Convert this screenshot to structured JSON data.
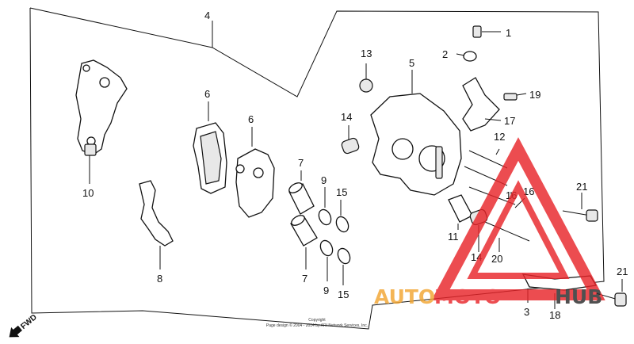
{
  "diagram": {
    "callouts": {
      "n1": "1",
      "n2": "2",
      "n3": "3",
      "n4": "4",
      "n5": "5",
      "n6a": "6",
      "n6b": "6",
      "n7a": "7",
      "n7b": "7",
      "n8": "8",
      "n9a": "9",
      "n9b": "9",
      "n10": "10",
      "n11": "11",
      "n12": "12",
      "n13": "13",
      "n14a": "14",
      "n14b": "14",
      "n15a": "15",
      "n15b": "15",
      "n16a": "16",
      "n16b": "16",
      "n17": "17",
      "n18": "18",
      "n19": "19",
      "n20": "20",
      "n21a": "21",
      "n21b": "21"
    },
    "fwd_label": "FWD",
    "copyright_line1": "Copyright",
    "copyright_line2": "Page design © 2004 - 2014 by ARI Network Services, Inc.",
    "watermark_part1": "AUTO",
    "watermark_part2": "MOTO",
    "watermark_part3": "HUB",
    "colors": {
      "watermark_red": "#e8252a",
      "watermark_orange": "#f2a531",
      "watermark_dark": "#2a2a2a",
      "line": "#111111"
    }
  }
}
